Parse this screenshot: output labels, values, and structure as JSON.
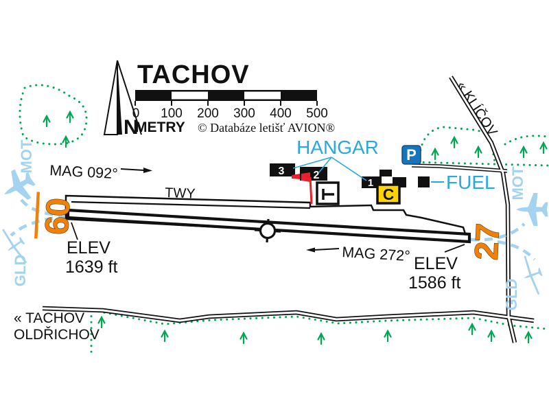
{
  "title": "TACHOV",
  "north_label": "N",
  "scale_bar": {
    "ticks": [
      "0",
      "100",
      "200",
      "300",
      "400",
      "500"
    ],
    "units_label": "METRY",
    "copyright": "© Databáze letišť AVION®"
  },
  "airfield": {
    "taxiway_label": "TWY",
    "runway_end_west": "09",
    "runway_end_east": "27",
    "mag_heading_east": "MAG 092°",
    "mag_heading_west": "MAG 272°",
    "elevation_label": "ELEV",
    "elevation_west": "1639 ft",
    "elevation_east": "1586 ft"
  },
  "facilities": {
    "hangar_label": "HANGAR",
    "hangar_1": "1",
    "hangar_2": "2",
    "hangar_3": "3",
    "fuel_label": "FUEL",
    "parking_sign": "P",
    "briefing_office": "C"
  },
  "circuit": {
    "motor_label": "MOT",
    "glider_label": "GLD"
  },
  "roads": {
    "klicov": "« KLÍČOV",
    "tachov_line1": "« TACHOV",
    "tachov_line2": "OLDŘICHOV"
  },
  "colors": {
    "runway_designator_orange": "#ef8109",
    "label_cyan": "#29a8e0",
    "circuit_pale_blue": "#a4d3f0",
    "vegetation_green": "#00a651",
    "parking_blue": "#1576bc",
    "office_yellow": "#ffd400",
    "windsock_red": "#e8212d"
  }
}
